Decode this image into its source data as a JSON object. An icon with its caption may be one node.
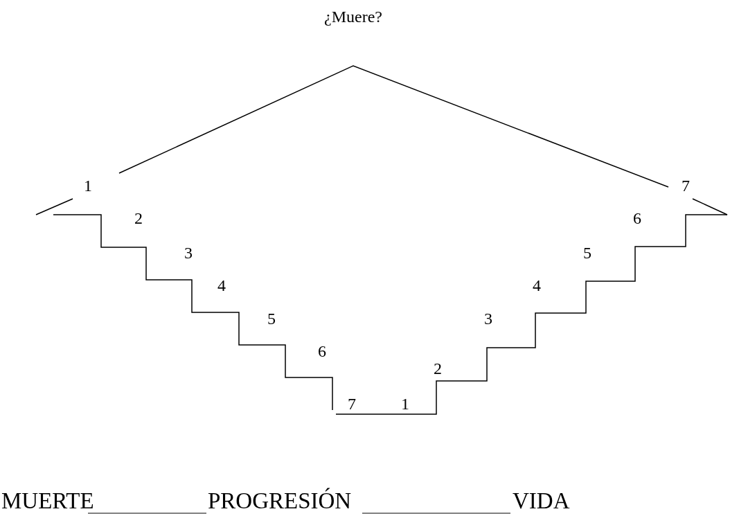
{
  "diagram": {
    "title": "¿Muere?",
    "labels": [
      "1",
      "7",
      "2",
      "6",
      "3",
      "5",
      "4",
      "4",
      "5",
      "3",
      "6",
      "2",
      "7",
      "1",
      "MUERTE",
      "PROGRESIÓN",
      "VIDA"
    ]
  }
}
